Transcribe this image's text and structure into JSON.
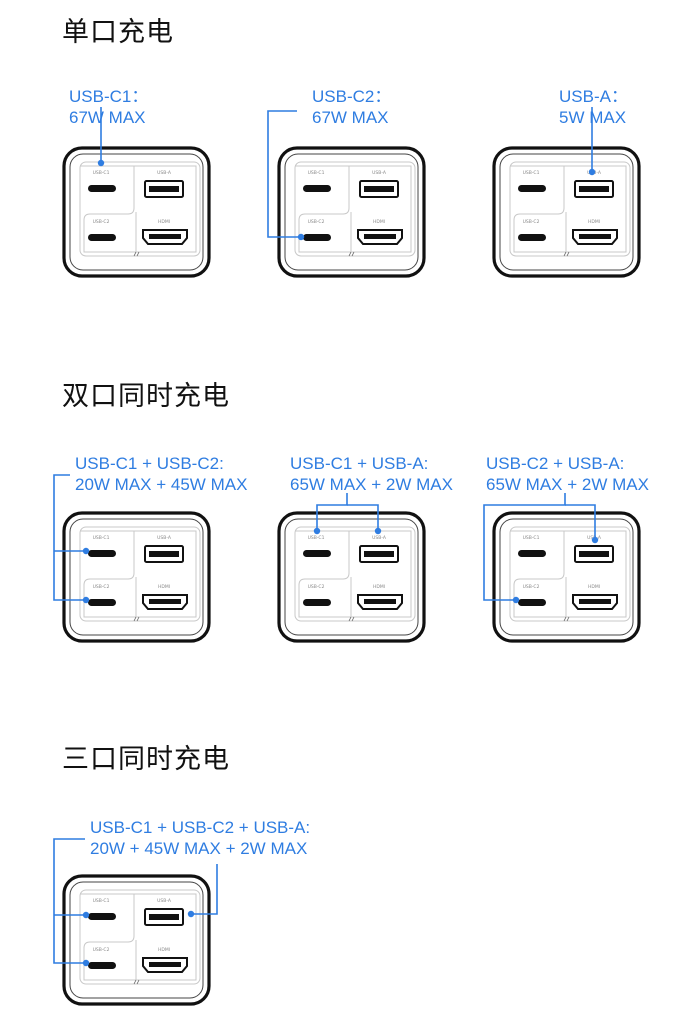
{
  "colors": {
    "accent": "#2f7de1",
    "device_outline": "#111111",
    "panel_line": "#c8c8c8",
    "port_fill": "#111111"
  },
  "port_labels": {
    "c1": "USB-C1",
    "c2": "USB-C2",
    "a": "USB-A",
    "hdmi": "HDMI"
  },
  "sections": [
    {
      "title": "单口充电",
      "devices": [
        {
          "label_line1": "USB-C1：",
          "label_line2": "67W MAX",
          "active_ports": [
            "c1"
          ]
        },
        {
          "label_line1": "USB-C2：",
          "label_line2": "67W MAX",
          "active_ports": [
            "c2"
          ]
        },
        {
          "label_line1": "USB-A：",
          "label_line2": "5W MAX",
          "active_ports": [
            "a"
          ]
        }
      ]
    },
    {
      "title": "双口同时充电",
      "devices": [
        {
          "label_line1": "USB-C1 + USB-C2:",
          "label_line2": "20W MAX + 45W MAX",
          "active_ports": [
            "c1",
            "c2"
          ]
        },
        {
          "label_line1": "USB-C1 + USB-A:",
          "label_line2": "65W MAX + 2W MAX",
          "active_ports": [
            "c1",
            "a"
          ]
        },
        {
          "label_line1": "USB-C2 + USB-A:",
          "label_line2": "65W MAX + 2W MAX",
          "active_ports": [
            "c2",
            "a"
          ]
        }
      ]
    },
    {
      "title": "三口同时充电",
      "devices": [
        {
          "label_line1": "USB-C1 + USB-C2 + USB-A:",
          "label_line2": "20W + 45W MAX + 2W  MAX",
          "active_ports": [
            "c1",
            "c2",
            "a"
          ]
        }
      ]
    }
  ]
}
